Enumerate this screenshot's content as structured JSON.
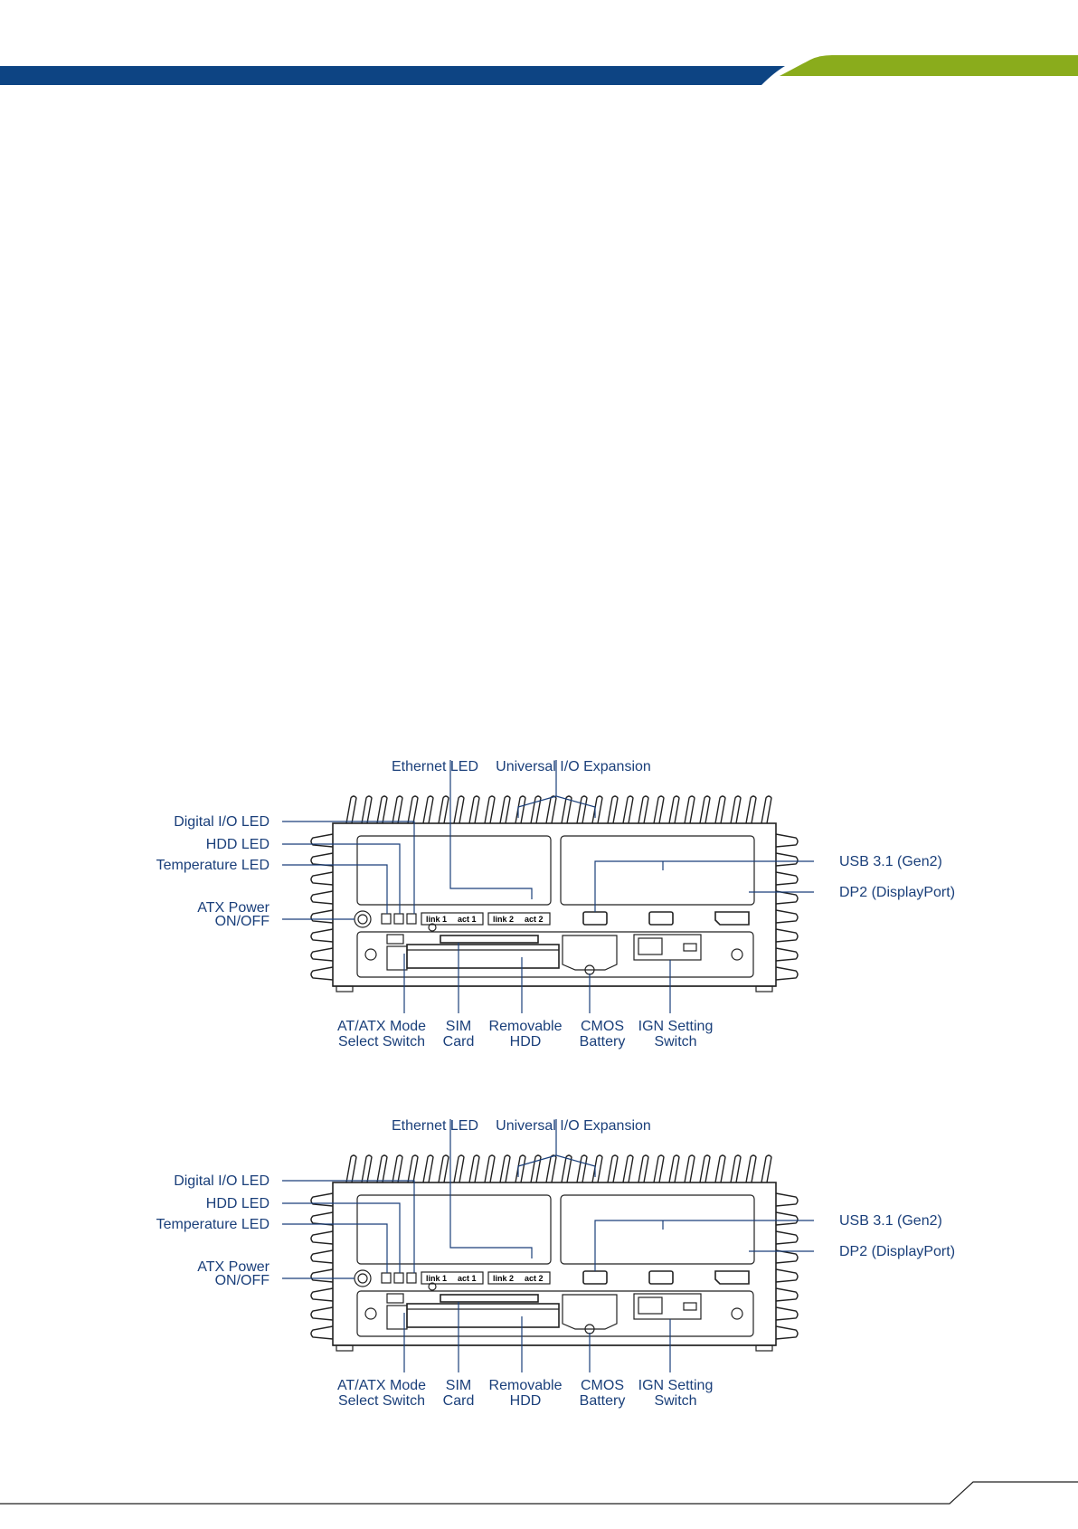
{
  "brand": {
    "primary_color": "#0d4483",
    "accent_color": "#8aac1c"
  },
  "diagrams": [
    {
      "labels": {
        "ethernet_led": "Ethernet LED",
        "universal_io": "Universal I/O Expansion",
        "digital_io_led": "Digital I/O LED",
        "hdd_led": "HDD LED",
        "temperature_led": "Temperature LED",
        "atx_power_line1": "ATX Power",
        "atx_power_line2": "ON/OFF",
        "usb": "USB 3.1 (Gen2)",
        "dp2": "DP2 (DisplayPort)",
        "at_atx_line1": "AT/ATX Mode",
        "at_atx_line2": "Select Switch",
        "sim_line1": "SIM",
        "sim_line2": "Card",
        "hdd_line1": "Removable",
        "hdd_line2": "HDD",
        "cmos_line1": "CMOS",
        "cmos_line2": "Battery",
        "ign_line1": "IGN Setting",
        "ign_line2": "Switch"
      },
      "panel_marks": {
        "link1": "link 1",
        "act1": "act 1",
        "link2": "link 2",
        "act2": "act 2"
      }
    },
    {
      "labels": {
        "ethernet_led": "Ethernet LED",
        "universal_io": "Universal I/O Expansion",
        "digital_io_led": "Digital I/O LED",
        "hdd_led": "HDD LED",
        "temperature_led": "Temperature LED",
        "atx_power_line1": "ATX Power",
        "atx_power_line2": "ON/OFF",
        "usb": "USB 3.1 (Gen2)",
        "dp2": "DP2 (DisplayPort)",
        "at_atx_line1": "AT/ATX Mode",
        "at_atx_line2": "Select Switch",
        "sim_line1": "SIM",
        "sim_line2": "Card",
        "hdd_line1": "Removable",
        "hdd_line2": "HDD",
        "cmos_line1": "CMOS",
        "cmos_line2": "Battery",
        "ign_line1": "IGN Setting",
        "ign_line2": "Switch"
      },
      "panel_marks": {
        "link1": "link 1",
        "act1": "act 1",
        "link2": "link 2",
        "act2": "act 2"
      }
    }
  ]
}
